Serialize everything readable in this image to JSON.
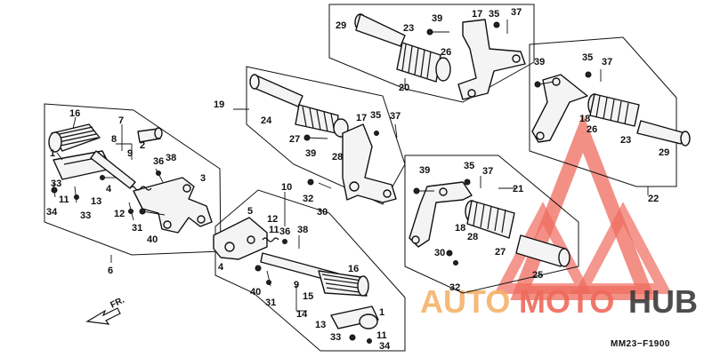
{
  "diagram_code": "MM23−F1900",
  "direction_label": "FR.",
  "watermark": {
    "part1": "AUTO",
    "part2": "MOTO",
    "part3": "HUB",
    "colors": {
      "orange": "#f4b36a",
      "red": "#ee6a5b",
      "dark": "#3a3a3a"
    }
  },
  "callouts": {
    "a": "1",
    "b": "2",
    "c": "3",
    "d": "4",
    "e": "5",
    "f": "6",
    "g": "7",
    "h": "8",
    "i": "9",
    "j": "10",
    "k": "11",
    "l": "12",
    "m": "13",
    "n": "14",
    "o": "15",
    "p": "16",
    "q": "17",
    "r": "18",
    "s": "19",
    "t": "20",
    "u": "21",
    "v": "22",
    "w": "23",
    "x": "24",
    "y": "25",
    "z": "26",
    "aa": "27",
    "ab": "28",
    "ac": "29",
    "ad": "30",
    "ae": "31",
    "af": "32",
    "ag": "33",
    "ah": "34",
    "ai": "35",
    "aj": "36",
    "ak": "37",
    "al": "38",
    "am": "39",
    "an": "40"
  }
}
